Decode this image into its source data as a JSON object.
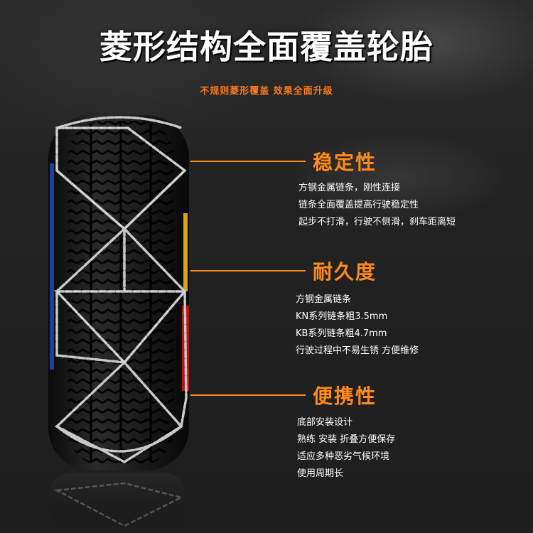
{
  "headline": "菱形结构全面覆盖轮胎",
  "subline": "不规则菱形覆盖  效果全面升级",
  "accent_color": "#ff8a1a",
  "features": [
    {
      "title": "稳定性",
      "lines": [
        "方钢金属链条，刚性连接",
        "链条全面覆盖提高行驶稳定性",
        "起步不打滑，行驶不侧滑，刹车距离短"
      ]
    },
    {
      "title": "耐久度",
      "lines": [
        "方钢金属链条",
        "KN系列链条粗3.5mm",
        "KB系列链条粗4.7mm",
        "行驶过程中不易生锈 方便维修"
      ]
    },
    {
      "title": "便携性",
      "lines": [
        "底部安装设计",
        "熟练 安装 折叠方便保存",
        "适应多种恶劣气候环境",
        "使用周期长"
      ]
    }
  ]
}
